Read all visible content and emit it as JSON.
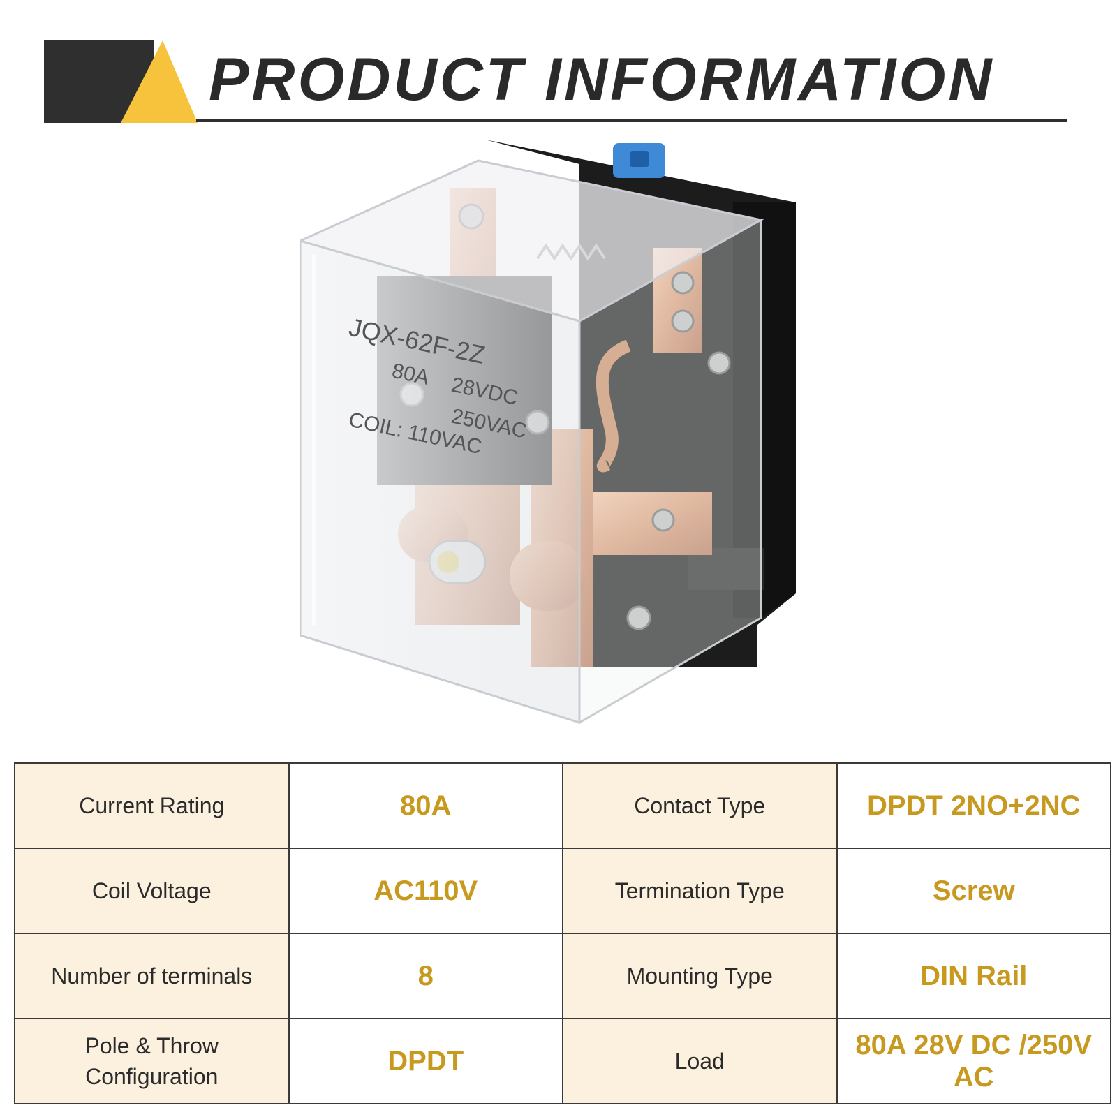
{
  "header": {
    "title": "PRODUCT INFORMATION",
    "accent_color": "#f7c23c",
    "dark_color": "#2f2f2f"
  },
  "product": {
    "housing_labels": {
      "model": "JQX-62F-2Z",
      "rating_current": "80A",
      "rating_dc": "28VDC",
      "rating_ac": "250VAC",
      "coil": "COIL: 110VAC"
    }
  },
  "specs": {
    "rows": [
      {
        "label1": "Current Rating",
        "value1": "80A",
        "label2": "Contact Type",
        "value2": "DPDT 2NO+2NC"
      },
      {
        "label1": "Coil Voltage",
        "value1": "AC110V",
        "label2": "Termination Type",
        "value2": "Screw"
      },
      {
        "label1": "Number of terminals",
        "value1": "8",
        "label2": "Mounting Type",
        "value2": "DIN Rail"
      },
      {
        "label1": "Pole & Throw Configuration",
        "value1": "DPDT",
        "label2": "Load",
        "value2": "80A 28V DC /250V AC"
      }
    ],
    "label_bg": "#fbf1de",
    "value_color": "#c8991f"
  }
}
